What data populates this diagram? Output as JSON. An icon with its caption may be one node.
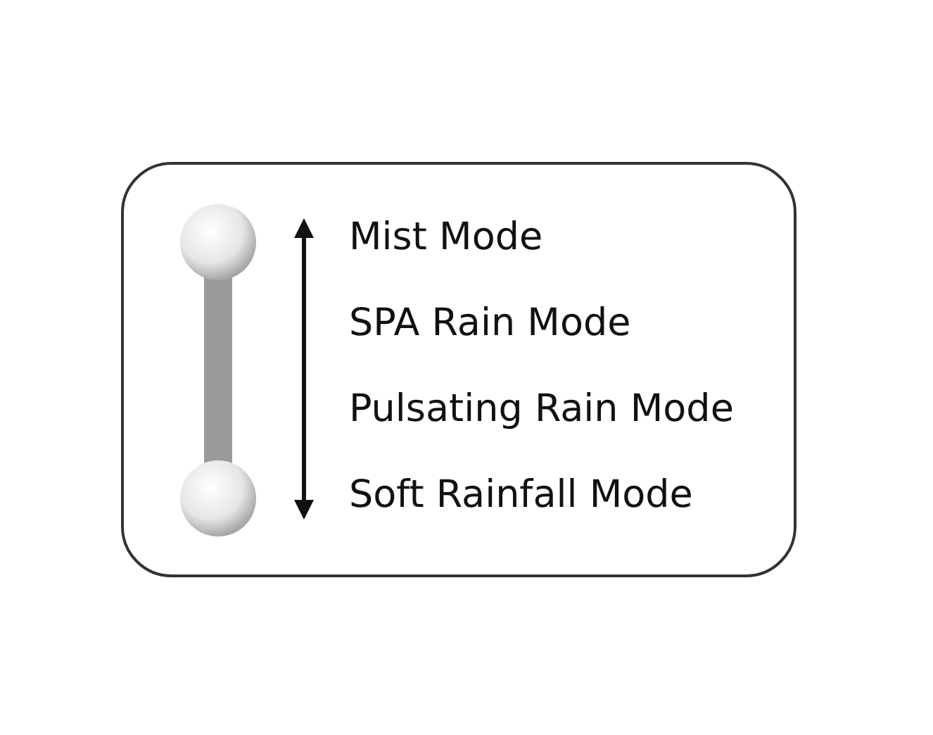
{
  "diagram": {
    "nodes": [
      {
        "text": [
          "Mist Mode",
          "SPA Rain Mode",
          "Pulsating Rain Mode",
          "Soft Rainfall Mode"
        ]
      }
    ]
  }
}
